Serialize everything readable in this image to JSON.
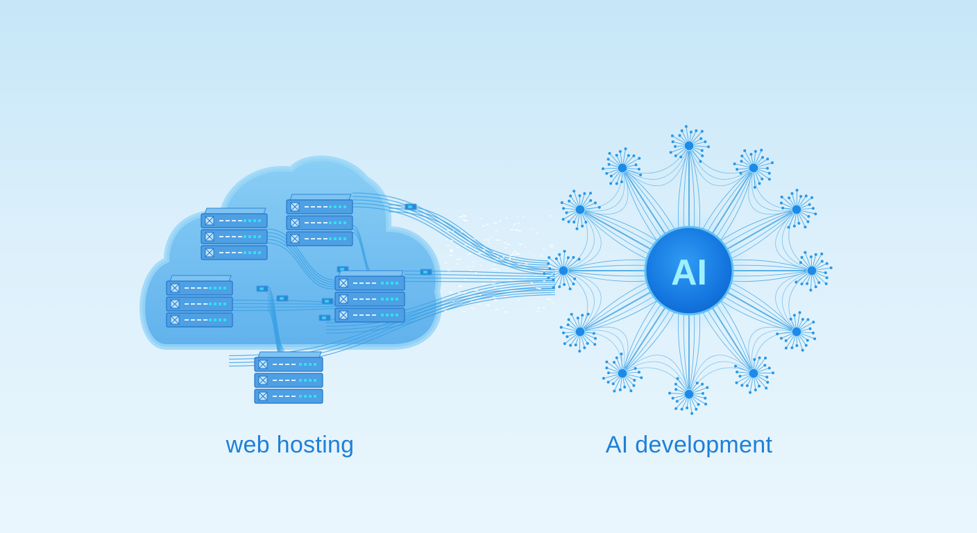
{
  "diagram": {
    "left_label": "web hosting",
    "right_label": "AI development",
    "hub_label": "AI"
  },
  "colors": {
    "accent": "#1f7fd6",
    "cloud_fill": "#5ab4ee",
    "server_fill": "#4e9fe3",
    "line": "#3aa0e4",
    "hub": "#1577e0",
    "led": "#30e0f0"
  }
}
